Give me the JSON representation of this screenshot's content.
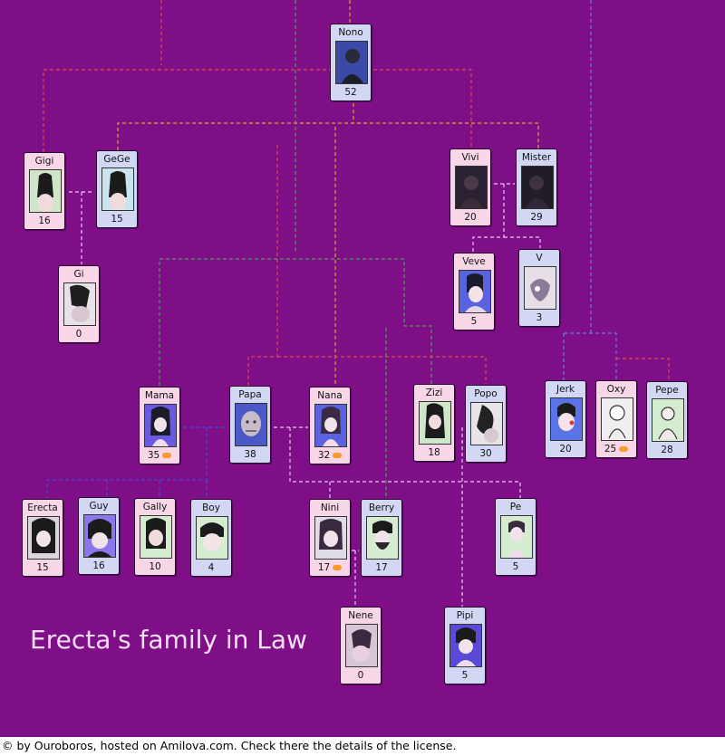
{
  "title": "Erecta's family in Law",
  "footer": "© by Ouroboros, hosted on Amilova.com. Check there the details of the license.",
  "colors": {
    "background": "#7e0f86",
    "female_card": "#f7d6e8",
    "male_card": "#d2d7f4",
    "egg": "#f59b2a"
  },
  "members": [
    {
      "id": "nono",
      "name": "Nono",
      "age": "52",
      "gender": "male",
      "egg": false
    },
    {
      "id": "gigi",
      "name": "Gigi",
      "age": "16",
      "gender": "female",
      "egg": false
    },
    {
      "id": "gege",
      "name": "GeGe",
      "age": "15",
      "gender": "male",
      "egg": false
    },
    {
      "id": "gi",
      "name": "Gi",
      "age": "0",
      "gender": "female",
      "egg": false
    },
    {
      "id": "vivi",
      "name": "Vivi",
      "age": "20",
      "gender": "female",
      "egg": false
    },
    {
      "id": "mister",
      "name": "Mister",
      "age": "29",
      "gender": "male",
      "egg": false
    },
    {
      "id": "veve",
      "name": "Veve",
      "age": "5",
      "gender": "female",
      "egg": false
    },
    {
      "id": "v",
      "name": "V",
      "age": "3",
      "gender": "male",
      "egg": false
    },
    {
      "id": "mama",
      "name": "Mama",
      "age": "35",
      "gender": "female",
      "egg": true
    },
    {
      "id": "papa",
      "name": "Papa",
      "age": "38",
      "gender": "male",
      "egg": false
    },
    {
      "id": "nana",
      "name": "Nana",
      "age": "32",
      "gender": "female",
      "egg": true
    },
    {
      "id": "zizi",
      "name": "Zizi",
      "age": "18",
      "gender": "female",
      "egg": false
    },
    {
      "id": "popo",
      "name": "Popo",
      "age": "30",
      "gender": "male",
      "egg": false
    },
    {
      "id": "jerk",
      "name": "Jerk",
      "age": "20",
      "gender": "male",
      "egg": false
    },
    {
      "id": "oxy",
      "name": "Oxy",
      "age": "25",
      "gender": "female",
      "egg": true
    },
    {
      "id": "pepe",
      "name": "Pepe",
      "age": "28",
      "gender": "male",
      "egg": false
    },
    {
      "id": "erecta",
      "name": "Erecta",
      "age": "15",
      "gender": "female",
      "egg": false
    },
    {
      "id": "guy",
      "name": "Guy",
      "age": "16",
      "gender": "male",
      "egg": false
    },
    {
      "id": "gally",
      "name": "Gally",
      "age": "10",
      "gender": "female",
      "egg": false
    },
    {
      "id": "boy",
      "name": "Boy",
      "age": "4",
      "gender": "male",
      "egg": false
    },
    {
      "id": "nini",
      "name": "Nini",
      "age": "17",
      "gender": "female",
      "egg": true
    },
    {
      "id": "berry",
      "name": "Berry",
      "age": "17",
      "gender": "male",
      "egg": false
    },
    {
      "id": "pe",
      "name": "Pe",
      "age": "5",
      "gender": "male",
      "egg": false
    },
    {
      "id": "nene",
      "name": "Nene",
      "age": "0",
      "gender": "female",
      "egg": false
    },
    {
      "id": "pipi",
      "name": "Pipi",
      "age": "5",
      "gender": "male",
      "egg": false
    }
  ]
}
